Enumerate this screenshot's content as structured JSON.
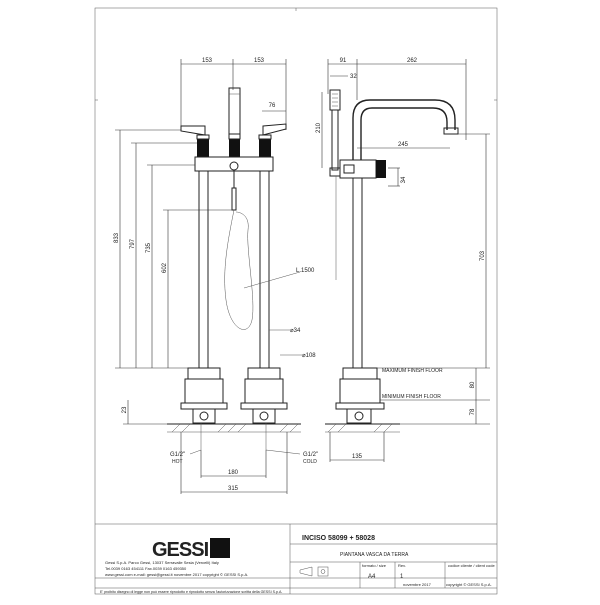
{
  "top_dims": {
    "left_153": "153",
    "right_153": "153",
    "d76": "76",
    "d91": "91",
    "d262": "262",
    "d32": "32",
    "d210": "210",
    "d245": "245",
    "d34_side": "34"
  },
  "vertical_dims": {
    "d833": "833",
    "d797": "797",
    "d735": "735",
    "d602": "602",
    "d703": "703",
    "d23": "23",
    "d80": "80",
    "d78": "78"
  },
  "labels": {
    "hose": "L.1500",
    "dia34": "⌀34",
    "dia108": "⌀108",
    "max_floor": "MAXIMUM FINISH FLOOR",
    "min_floor": "MINIMUM FINISH FLOOR",
    "hot_size": "G1/2\"",
    "hot": "HOT",
    "cold_size": "G1/2\"",
    "cold": "COLD",
    "d180": "180",
    "d315": "315",
    "d135": "135"
  },
  "title_block": {
    "logo": "GESSI",
    "product": "INCISO  58099 + 58028",
    "description": "PIANTANA VASCA DA TERRA",
    "company_line1": "Gessi S.p.A. Parco Gessi, 13037 Serravalle Sesia (Vercelli) Italy",
    "company_line2": "Tel.0039  0163  454111  Fax.0039  0163  459350",
    "company_line3": "www.gessi.com  e-mail: gessi@gessi.it  novembre  2017  copyright © GESSI  S.p.A.",
    "format_label": "formato / size",
    "format_value": "A4",
    "rev_label": "Rev.",
    "rev_value": "1",
    "code_label": "codice cliente / client code",
    "date_value": "novembre 2017",
    "copyright_short": "copyright © GESSI  S.p.A.",
    "footer": "E' proibito disegno di legge non può essere riprodotto e riprodotto senza l'autorizzazione scritta della GESSI S.p.A."
  }
}
